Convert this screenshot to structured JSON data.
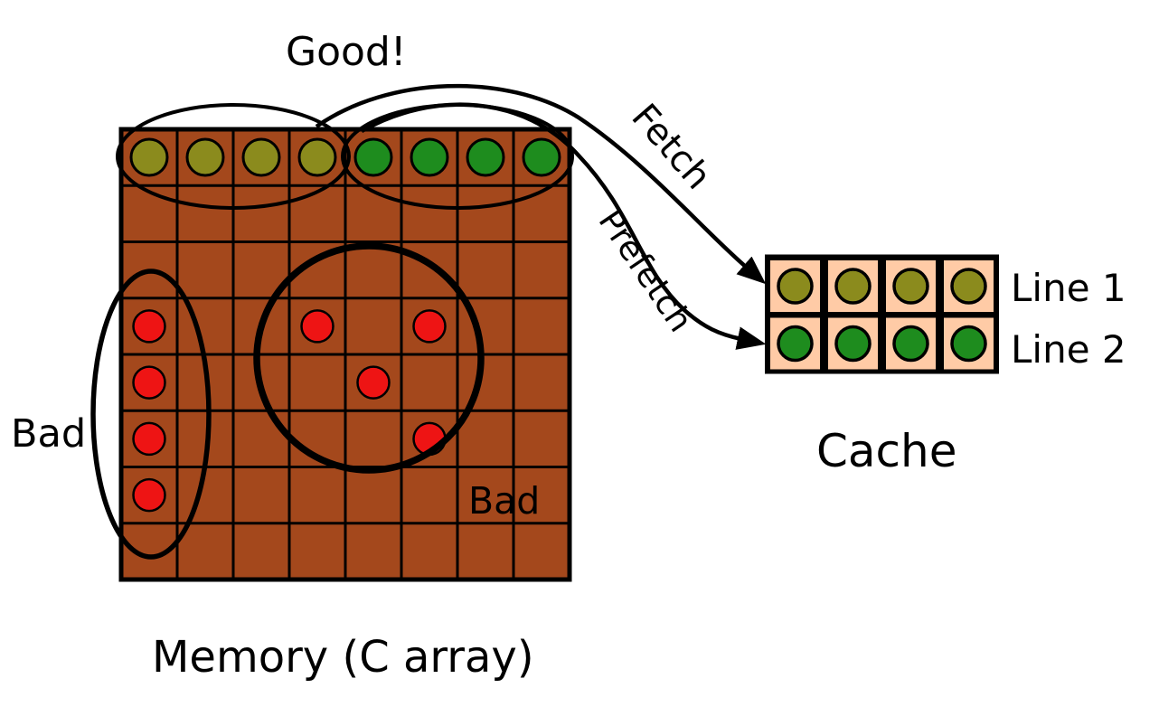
{
  "labels": {
    "good": "Good!",
    "fetch": "Fetch",
    "prefetch": "Prefetch",
    "bad_left": "Bad",
    "bad_inner": "Bad",
    "memory": "Memory (C array)",
    "cache": "Cache"
  },
  "colors": {
    "memory_fill": "#a4481c",
    "cache_cell_fill": "#ffcba6",
    "olive": "#8b8b1d",
    "green": "#1e8c1e",
    "red": "#ee1414",
    "fetch_text": "#7f7f19",
    "prefetch_text": "#1e9c1e",
    "outline": "#000000"
  },
  "memory_grid": {
    "rows": 8,
    "cols": 8,
    "top_row_dots": [
      "olive",
      "olive",
      "olive",
      "olive",
      "green",
      "green",
      "green",
      "green"
    ],
    "red_dots_col_row": [
      [
        1,
        4
      ],
      [
        1,
        5
      ],
      [
        1,
        6
      ],
      [
        1,
        7
      ],
      [
        4,
        4
      ],
      [
        6,
        4
      ],
      [
        5,
        5
      ],
      [
        6,
        6
      ]
    ]
  },
  "cache": {
    "lines": [
      {
        "label": "Line 1",
        "dots": [
          "olive",
          "olive",
          "olive",
          "olive"
        ]
      },
      {
        "label": "Line 2",
        "dots": [
          "green",
          "green",
          "green",
          "green"
        ]
      }
    ]
  }
}
